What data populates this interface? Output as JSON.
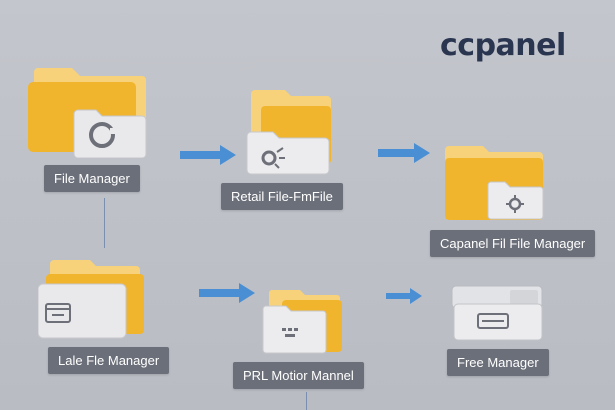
{
  "logo": {
    "text": "cpanel",
    "mark": "c"
  },
  "nodes": [
    {
      "id": "file-manager",
      "label": "File Manager",
      "icon": "refresh-icon"
    },
    {
      "id": "retail-file",
      "label": "Retail File-FmFile",
      "icon": "gear-icon"
    },
    {
      "id": "capanel-file-manager",
      "label": "Capanel Fil File Manager",
      "icon": "gear-icon"
    },
    {
      "id": "late-file-manager",
      "label": "Lale Fle Manager",
      "icon": "window-icon"
    },
    {
      "id": "prl-motion",
      "label": "PRL Motior Mannel",
      "icon": "grid-icon"
    },
    {
      "id": "free-manager",
      "label": "Free Manager",
      "icon": "drive-icon"
    }
  ],
  "colors": {
    "folder_front": "#f1b52d",
    "folder_back": "#f7d27a",
    "arrow": "#4a8fd4",
    "label_bg": "#6b6f79",
    "logo": "#2a3550"
  }
}
